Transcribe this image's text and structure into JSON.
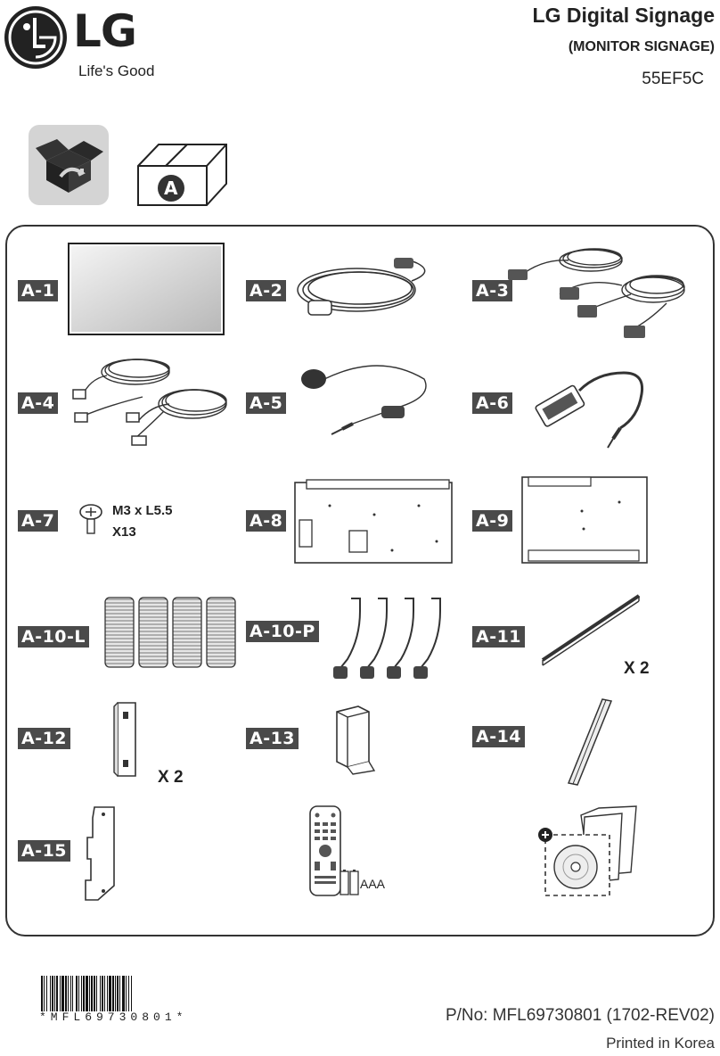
{
  "brand": {
    "name": "LG",
    "slogan": "Life's Good"
  },
  "header": {
    "title": "LG Digital Signage",
    "subtitle": "(MONITOR SIGNAGE)",
    "model": "55EF5C"
  },
  "box_label": "A",
  "components": [
    {
      "id": "A-1"
    },
    {
      "id": "A-2"
    },
    {
      "id": "A-3"
    },
    {
      "id": "A-4"
    },
    {
      "id": "A-5"
    },
    {
      "id": "A-6"
    },
    {
      "id": "A-7",
      "spec": "M3 x L5.5",
      "qty": "X13"
    },
    {
      "id": "A-8"
    },
    {
      "id": "A-9"
    },
    {
      "id": "A-10-L"
    },
    {
      "id": "A-10-P"
    },
    {
      "id": "A-11",
      "qty": "X 2"
    },
    {
      "id": "A-12",
      "qty": "X 2"
    },
    {
      "id": "A-13"
    },
    {
      "id": "A-14"
    },
    {
      "id": "A-15"
    },
    {
      "id": "remote",
      "battery_label": "AAA"
    }
  ],
  "footer": {
    "barcode_text": "*MFL69730801*",
    "part_number": "P/No: MFL69730801 (1702-REV02)",
    "printed": "Printed in Korea"
  },
  "colors": {
    "tag_bg": "#4a4a4a",
    "ink": "#222222",
    "icon_bg": "#d4d4d4"
  }
}
